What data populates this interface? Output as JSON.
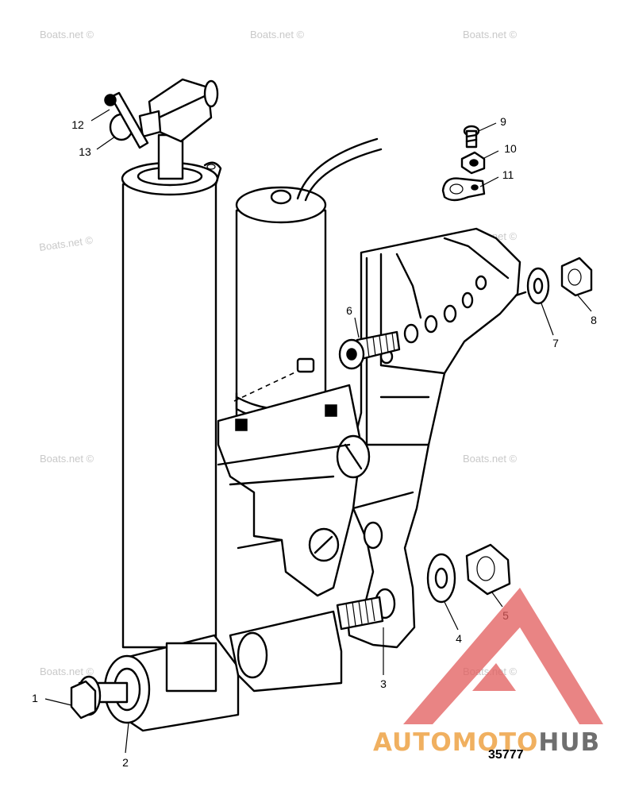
{
  "watermark": {
    "text": "Boats.net ©"
  },
  "figure_number": "35777",
  "logo": {
    "part1": "AUTOMOTO",
    "part2": "HUB",
    "color_primary": "#f0b060",
    "color_secondary": "#6f6f6f",
    "color_triangle": "#e25b5b"
  },
  "callouts": [
    "1",
    "2",
    "3",
    "4",
    "5",
    "6",
    "7",
    "8",
    "9",
    "10",
    "11",
    "12",
    "13"
  ],
  "parts": {
    "cylinder": "trim-cylinder",
    "motor": "trim-motor",
    "bracket": "transom-bracket"
  }
}
